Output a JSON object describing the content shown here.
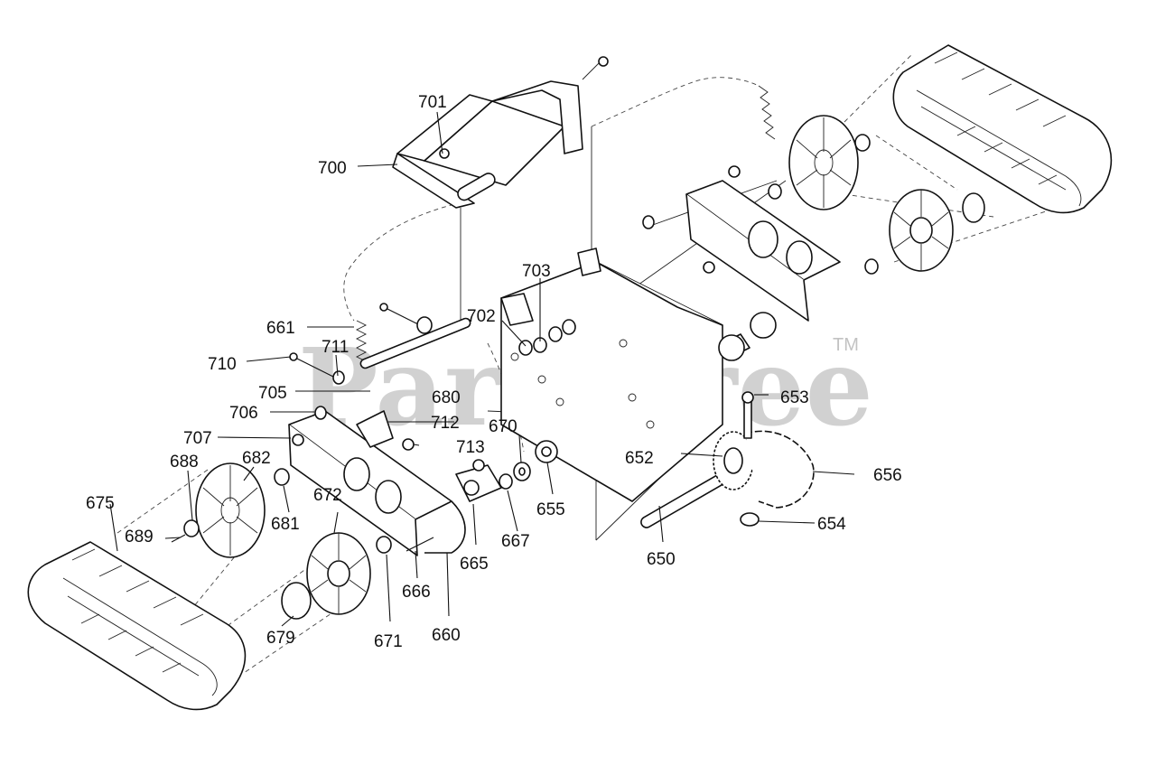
{
  "watermark": {
    "text": "PartsTree",
    "trademark": "TM"
  },
  "callouts": [
    {
      "id": "p701",
      "label": "701"
    },
    {
      "id": "p700",
      "label": "700"
    },
    {
      "id": "p703",
      "label": "703"
    },
    {
      "id": "p702",
      "label": "702"
    },
    {
      "id": "p661",
      "label": "661"
    },
    {
      "id": "p711",
      "label": "711"
    },
    {
      "id": "p710",
      "label": "710"
    },
    {
      "id": "p705",
      "label": "705"
    },
    {
      "id": "p680",
      "label": "680"
    },
    {
      "id": "p653",
      "label": "653"
    },
    {
      "id": "p706",
      "label": "706"
    },
    {
      "id": "p712",
      "label": "712"
    },
    {
      "id": "p670",
      "label": "670"
    },
    {
      "id": "p707",
      "label": "707"
    },
    {
      "id": "p713",
      "label": "713"
    },
    {
      "id": "p652",
      "label": "652"
    },
    {
      "id": "p688",
      "label": "688"
    },
    {
      "id": "p682",
      "label": "682"
    },
    {
      "id": "p656",
      "label": "656"
    },
    {
      "id": "p672",
      "label": "672"
    },
    {
      "id": "p675",
      "label": "675"
    },
    {
      "id": "p655",
      "label": "655"
    },
    {
      "id": "p681",
      "label": "681"
    },
    {
      "id": "p654",
      "label": "654"
    },
    {
      "id": "p689",
      "label": "689"
    },
    {
      "id": "p667",
      "label": "667"
    },
    {
      "id": "p665",
      "label": "665"
    },
    {
      "id": "p650",
      "label": "650"
    },
    {
      "id": "p666",
      "label": "666"
    },
    {
      "id": "p679",
      "label": "679"
    },
    {
      "id": "p660",
      "label": "660"
    },
    {
      "id": "p671",
      "label": "671"
    }
  ]
}
